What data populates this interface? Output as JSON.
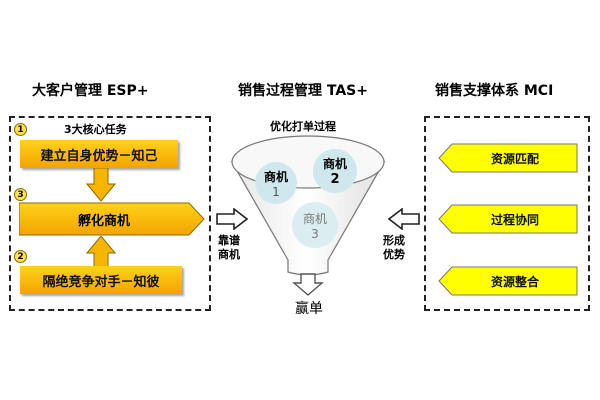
{
  "left": {
    "title": "大客户管理 ESP+",
    "core_tasks": "3大核心任务",
    "items": [
      {
        "num": "1",
        "label": "建立自身优势－知己"
      },
      {
        "num": "3",
        "label": "孵化商机"
      },
      {
        "num": "2",
        "label": "隔绝竞争对手－知彼"
      }
    ]
  },
  "middle": {
    "title": "销售过程管理 TAS+",
    "funnel_label": "优化打单过程",
    "opportunities": [
      {
        "name": "商机",
        "num": "1"
      },
      {
        "name": "商机",
        "num": "2"
      },
      {
        "name": "商机",
        "num": "3"
      }
    ],
    "left_arrow_label": [
      "靠谱",
      "商机"
    ],
    "right_arrow_label": [
      "形成",
      "优势"
    ],
    "outcome": "赢单"
  },
  "right": {
    "title": "销售支撑体系 MCI",
    "items": [
      "资源匹配",
      "过程协同",
      "资源整合"
    ]
  },
  "colors": {
    "orange_top": "#ffd21a",
    "orange_bottom": "#f2a400",
    "yellow": "#ffff00",
    "bubble": "#cfe8ee",
    "funnel": "#f7f7f7"
  }
}
